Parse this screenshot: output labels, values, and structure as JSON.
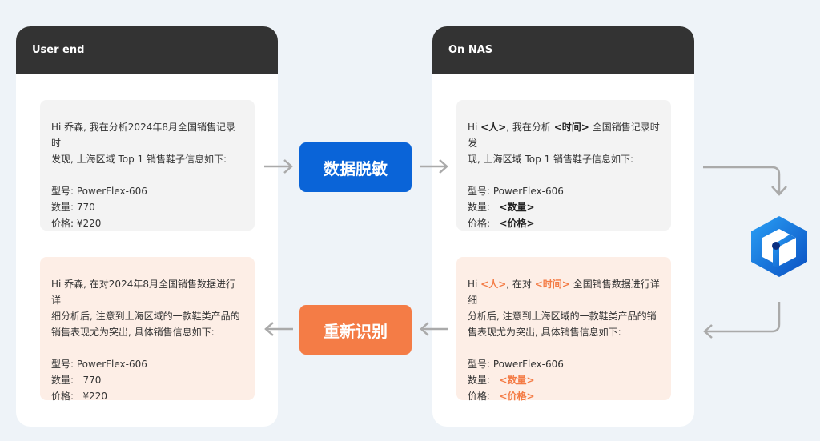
{
  "left": {
    "title": "User end",
    "top": {
      "l1": "Hi 乔森, 我在分析2024年8月全国销售记录时",
      "l2": "发现, 上海区域 Top 1 销售鞋子信息如下:",
      "model": "型号: PowerFlex-606",
      "qty": "数量: 770",
      "price": "价格: ¥220"
    },
    "bottom": {
      "l1": "Hi 乔森, 在对2024年8月全国销售数据进行详",
      "l2": "细分析后, 注意到上海区域的一款鞋类产品的",
      "l3": "销售表现尤为突出, 具体销售信息如下:",
      "model": "型号: PowerFlex-606",
      "qty_label": "数量:",
      "qty": "770",
      "price_label": "价格:",
      "price": "¥220"
    }
  },
  "right": {
    "title": "On NAS",
    "top": {
      "hi": "Hi ",
      "person": "<人>",
      "mid": ", 我在分析 ",
      "time": "<时间>",
      "rest": " 全国销售记录时发",
      "l2": "现, 上海区域 Top 1 销售鞋子信息如下:",
      "model": "型号: PowerFlex-606",
      "qty_label": "数量:",
      "qty": "<数量>",
      "price_label": "价格:",
      "price": "<价格>"
    },
    "bottom": {
      "hi": "Hi ",
      "person": "<人>",
      "mid": ", 在对 ",
      "time": "<时间>",
      "rest": " 全国销售数据进行详细",
      "l2": "分析后, 注意到上海区域的一款鞋类产品的销",
      "l3": "售表现尤为突出, 具体销售信息如下:",
      "model": "型号: PowerFlex-606",
      "qty_label": "数量:",
      "qty": "<数量>",
      "price_label": "价格:",
      "price": "<价格>"
    }
  },
  "buttons": {
    "mask": "数据脱敏",
    "reidentify": "重新识别"
  },
  "colors": {
    "blue": "#0a64d8",
    "orange": "#f47c46",
    "header": "#333333"
  }
}
